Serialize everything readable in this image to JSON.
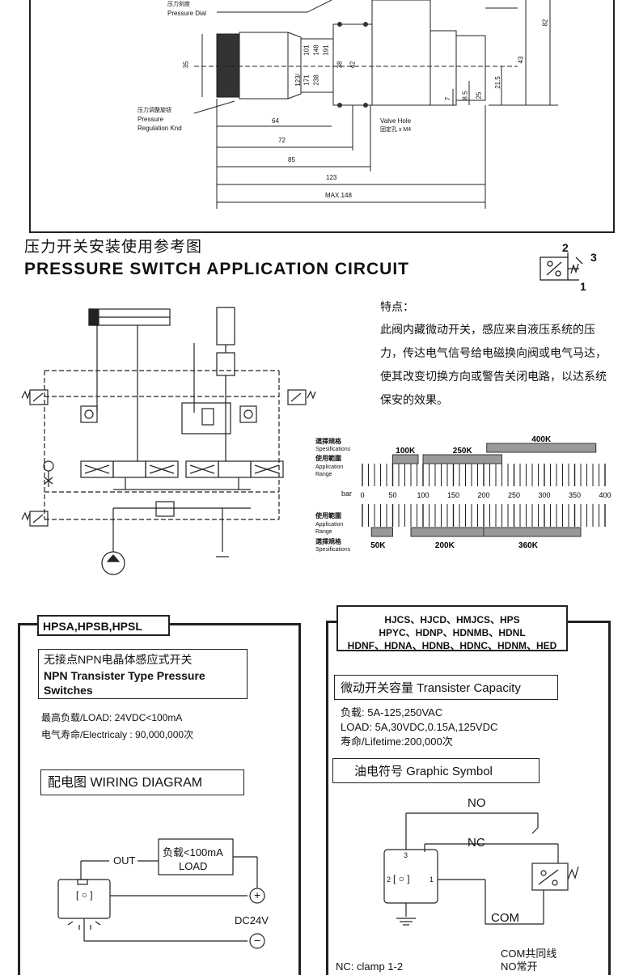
{
  "dimension_drawing": {
    "pressure_dial_cn": "压力刻度",
    "pressure_dial_en": "Pressure Dial",
    "regulation_knob_cn": "压力调整旋钮",
    "regulation_knob_en1": "Pressure",
    "regulation_knob_en2": "Regulation Knd",
    "valve_hole_en": "Valve Hole",
    "valve_hole_cn": "固定孔 x M4",
    "dims": {
      "d35": "35",
      "d123": "123/",
      "d171": "171",
      "d238": "238",
      "d101": "101",
      "d148": "148",
      "d191": "191",
      "d38": "38",
      "d42": "42",
      "d43": "43",
      "d82": "82",
      "d215": "21.5",
      "d7": "7",
      "d85b": "8.5",
      "d25": "25",
      "w64": "64",
      "w72": "72",
      "w85": "85",
      "w123": "123",
      "wmax": "MAX.148"
    }
  },
  "section_title": {
    "cn": "压力开关安装使用参考图",
    "en": "PRESSURE SWITCH APPLICATION CIRCUIT"
  },
  "switch_symbol": {
    "p1": "1",
    "p2": "2",
    "p3": "3"
  },
  "features": {
    "title": "特点：",
    "text": "此阀内藏微动开关，感应来自液压系统的压力，传达电气信号给电磁换向阀或电气马达，使其改变切换方向或警告关闭电路，以达系统保安的效果。"
  },
  "range_chart": {
    "top_spec_cn": "選擇規格",
    "top_spec_en": "Spesifications",
    "top_app_cn": "使用範圍",
    "top_app_en1": "Application",
    "top_app_en2": "Range",
    "bot_app_cn": "使用範圍",
    "bot_app_en1": "Application",
    "bot_app_en2": "Range",
    "bot_spec_cn": "選擇規格",
    "bot_spec_en": "Spesifications",
    "axis_label": "bar",
    "ticks": [
      "0",
      "50",
      "100",
      "150",
      "200",
      "250",
      "300",
      "350",
      "400"
    ],
    "top_specs": [
      {
        "label": "100K",
        "from": 50,
        "to": 92
      },
      {
        "label": "250K",
        "from": 100,
        "to": 230
      },
      {
        "label": "400K",
        "from": 205,
        "to": 385
      }
    ],
    "bottom_specs": [
      {
        "label": "50K",
        "from": 15,
        "to": 50
      },
      {
        "label": "200K",
        "from": 80,
        "to": 205
      },
      {
        "label": "360K",
        "from": 200,
        "to": 360
      }
    ]
  },
  "left_panel": {
    "tag": "HPSA,HPSB,HPSL",
    "type_cn": "无接点NPN电晶体感应式开关",
    "type_en1": "NPN Transister Type Pressure",
    "type_en2": "Switches",
    "load": "最高负载/LOAD:  24VDC<100mA",
    "life": "电气寿命/Electricaly : 90,000,000次",
    "wiring_title": "配电图   WIRING  DIAGRAM",
    "out": "OUT",
    "load_box1": "负载<100mA",
    "load_box2": "LOAD",
    "dc": "DC24V",
    "plus": "+",
    "minus": "−"
  },
  "right_panel": {
    "models1": "HJCS、HJCD、HMJCS、HPS",
    "models2": "HPYC、HDNP、HDNMB、HDNL",
    "models3": "HDNF、HDNA、HDNB、HDNC、HDNM、HED",
    "capacity_title": "微动开关容量  Transister Capacity",
    "load_cn": "负载:  5A-125,250VAC",
    "load_en": "LOAD:  5A,30VDC,0.15A,125VDC",
    "life": "寿命/Lifetime:200,000次",
    "symbol_title": "油电符号   Graphic Symbol",
    "no": "NO",
    "nc": "NC",
    "com": "COM",
    "pin1": "1",
    "pin2": "2",
    "pin3": "3",
    "nc_clamp": "NC: clamp  1-2",
    "com_note": "COM共同线",
    "no_note": "NO常开"
  }
}
